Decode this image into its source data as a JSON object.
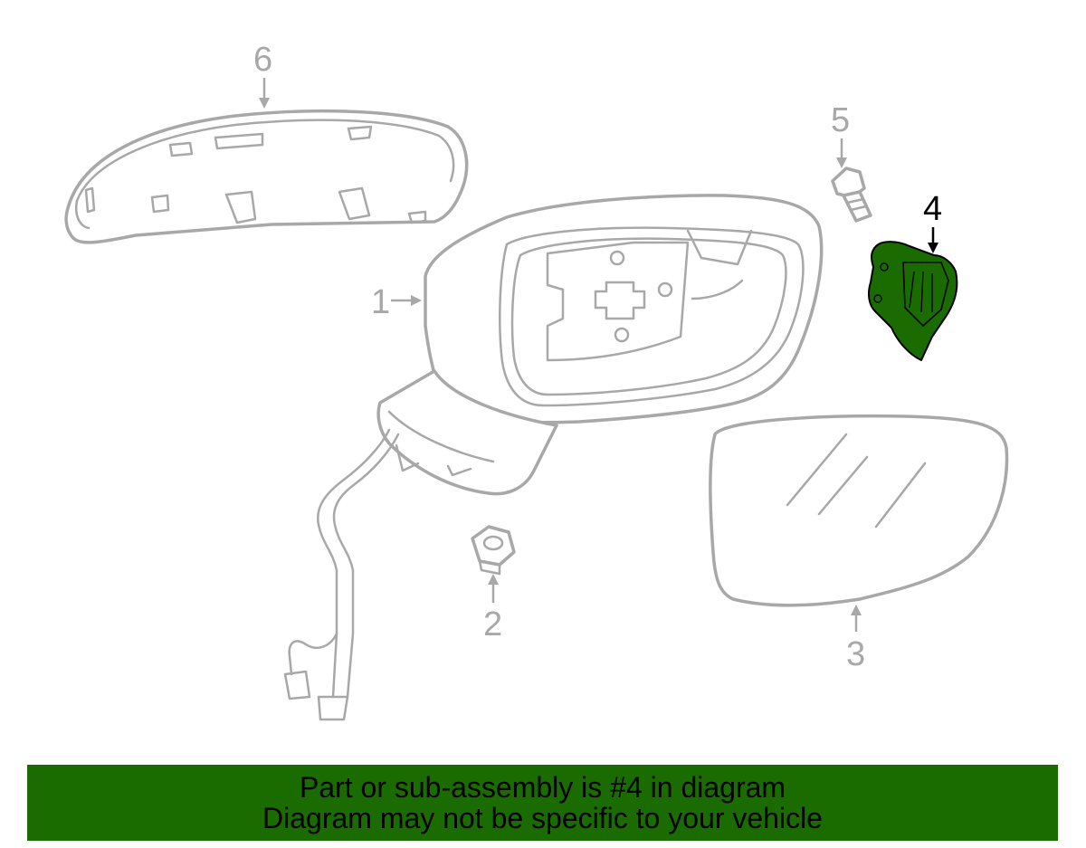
{
  "callouts": {
    "c1": "1",
    "c2": "2",
    "c3": "3",
    "c4": "4",
    "c5": "5",
    "c6": "6"
  },
  "highlight": {
    "part_number": "4",
    "color": "#1a6b00"
  },
  "colors": {
    "line": "#a8a8a8",
    "highlight_fill": "#1a6b00",
    "banner_bg": "#1a6b00",
    "text_dark": "#000000"
  },
  "banner": {
    "line1": "Part or sub-assembly is #4 in diagram",
    "line2": "Diagram may not be specific to your vehicle"
  }
}
